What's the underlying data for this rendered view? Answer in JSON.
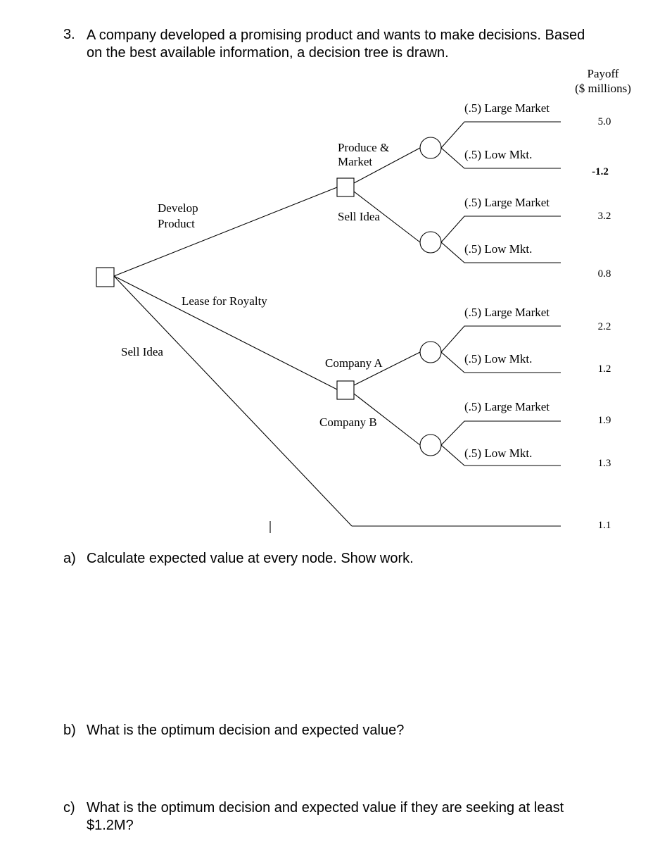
{
  "question": {
    "number": "3.",
    "text": "A company developed a promising product and wants to make decisions. Based on the best available information, a decision tree is drawn."
  },
  "tree": {
    "payoff_header": [
      "Payoff",
      "($ millions)"
    ],
    "branches": {
      "develop_product": [
        "Develop",
        "Product"
      ],
      "lease_for_royalty": "Lease for Royalty",
      "sell_idea_root": "Sell Idea",
      "produce_market": [
        "Produce &",
        "Market"
      ],
      "sell_idea_develop": "Sell Idea",
      "company_a": "Company A",
      "company_b": "Company B"
    },
    "outcomes": [
      {
        "label": "(.5) Large Market",
        "payoff": "5.0",
        "bold": false
      },
      {
        "label": "(.5) Low Mkt.",
        "payoff": "-1.2",
        "bold": true
      },
      {
        "label": "(.5) Large Market",
        "payoff": "3.2",
        "bold": false
      },
      {
        "label": "(.5) Low Mkt.",
        "payoff": "0.8",
        "bold": false
      },
      {
        "label": "(.5) Large Market",
        "payoff": "2.2",
        "bold": false
      },
      {
        "label": "(.5) Low Mkt.",
        "payoff": "1.2",
        "bold": false
      },
      {
        "label": "(.5) Large Market",
        "payoff": "1.9",
        "bold": false
      },
      {
        "label": "(.5) Low Mkt.",
        "payoff": "1.3",
        "bold": false
      }
    ],
    "sell_idea_payoff": "1.1"
  },
  "parts": [
    {
      "label": "a)",
      "text": "Calculate expected value at every node. Show work."
    },
    {
      "label": "b)",
      "text": "What is the optimum decision and expected value?"
    },
    {
      "label": "c)",
      "text": "What is the optimum decision and expected value if they are seeking at least $1.2M?"
    }
  ]
}
